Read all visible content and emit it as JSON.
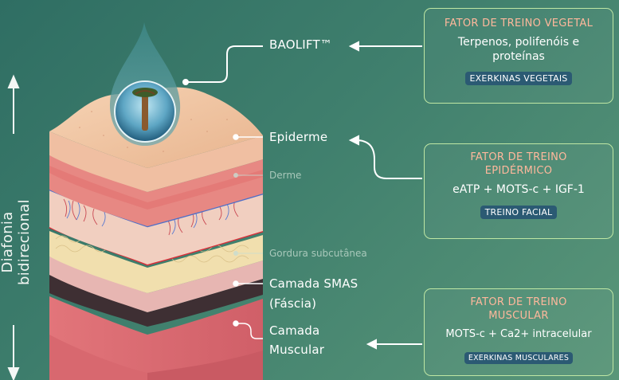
{
  "sidebar": {
    "vertical_label": "Diafonia bidirecional"
  },
  "labels": {
    "baolift": "BAOLIFT™",
    "epiderme": "Epiderme",
    "derme": "Derme",
    "gordura": "Gordura subcutânea",
    "smas_line1": "Camada SMAS",
    "smas_line2": "(Fáscia)",
    "muscular_line1": "Camada",
    "muscular_line2": "Muscular"
  },
  "cards": [
    {
      "title_line1": "FATOR DE TREINO VEGETAL",
      "title_line2": "",
      "body_line1": "Terpenos, polifenóis e",
      "body_line2": "proteínas",
      "badge": "EXERKINAS VEGETAIS"
    },
    {
      "title_line1": "FATOR DE TREINO",
      "title_line2": "EPIDÉRMICO",
      "body_line1": "eATP + MOTS-c + IGF-1",
      "body_line2": "",
      "badge": "TREINO FACIAL"
    },
    {
      "title_line1": "FATOR DE TREINO",
      "title_line2": "MUSCULAR",
      "body_line1": "MOTS-c + Ca2+ intracelular",
      "body_line2": "",
      "badge": "EXERKINAS MUSCULARES"
    }
  ],
  "colors": {
    "accent_green": "#bfe7a4",
    "title_salmon": "#ffb89c",
    "badge_blue": "#2b5a73",
    "skin": "#efc29f"
  }
}
